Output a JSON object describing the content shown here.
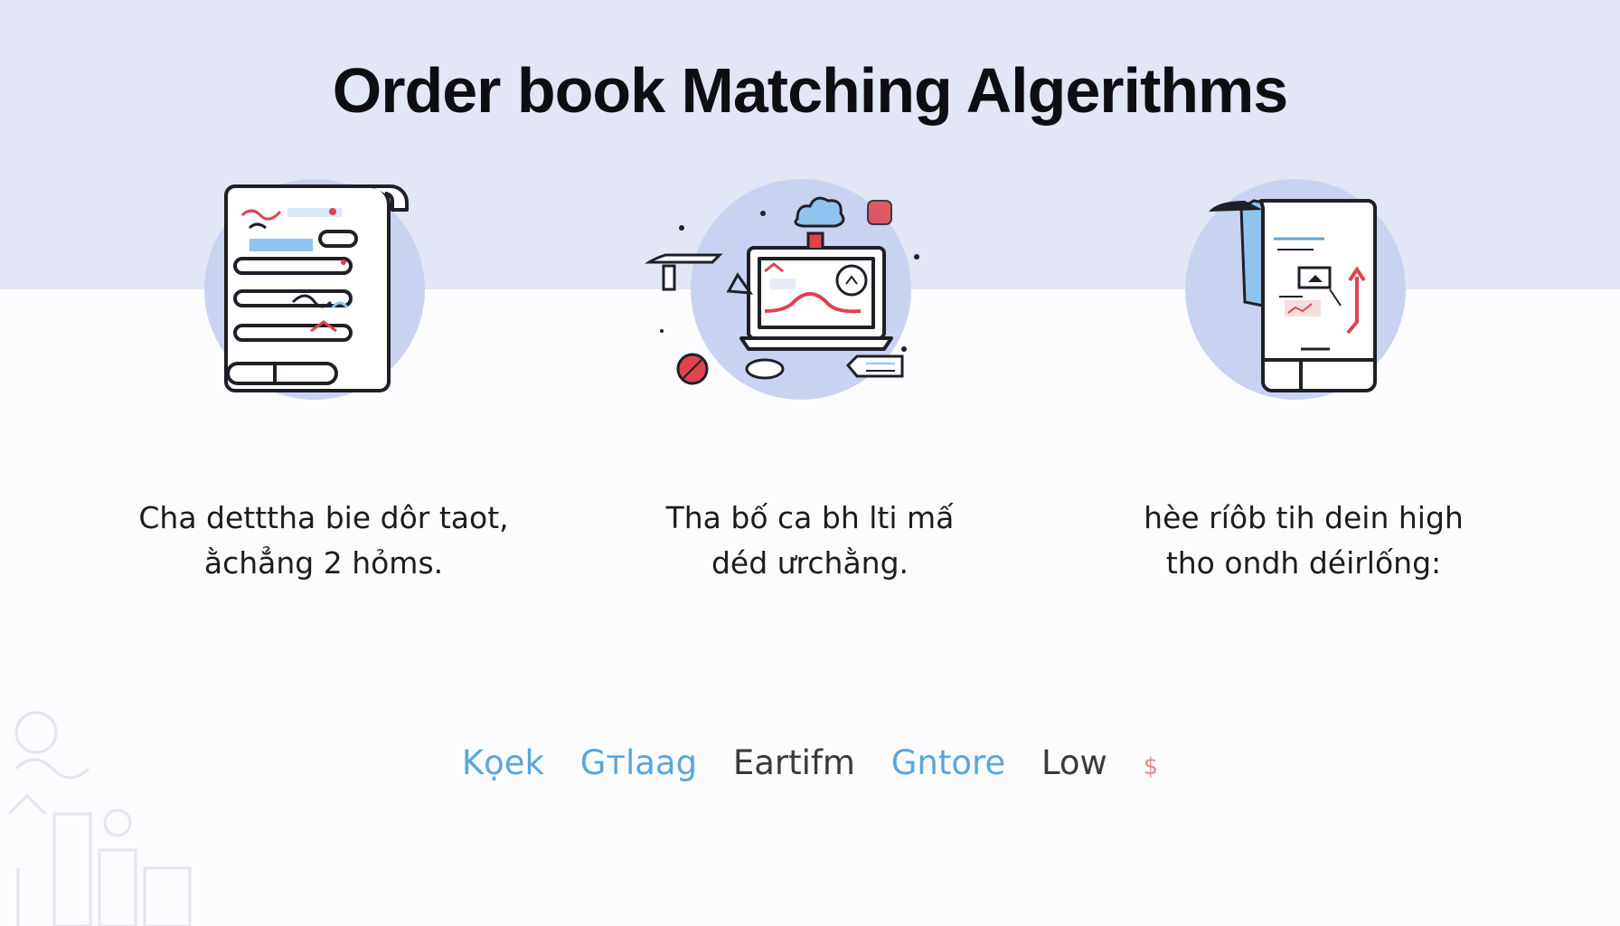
{
  "title": "Order book Matching Algerithms",
  "cards": [
    {
      "icon": "order-list-document-icon",
      "lines": [
        "Cha detttha bie dôr taot,",
        "ằchẳng 2 hỏms."
      ]
    },
    {
      "icon": "trading-monitor-icon",
      "lines": [
        "Tha bố ca bh lti mấ",
        "déd ưrchằng."
      ]
    },
    {
      "icon": "price-chart-phone-icon",
      "lines": [
        "hèe ríôb tih dein high",
        "tho ondh déirlống:"
      ]
    }
  ],
  "footer_words": [
    {
      "text": "Kọek",
      "color": "#5aa6dc"
    },
    {
      "text": "Gтlaag",
      "color": "#5aa6dc"
    },
    {
      "text": "Eartifm",
      "color": "#3a3a3a"
    },
    {
      "text": "Gntore",
      "color": "#5aa6dc"
    },
    {
      "text": "Low",
      "color": "#3a3a3a"
    },
    {
      "text": "$",
      "color": "#e58a8a"
    }
  ],
  "colors": {
    "band": "#e2e6f5",
    "circle": "#c9d3f1",
    "accent_red": "#e0424e",
    "accent_blue": "#8ec4ef",
    "line": "#1f1f28"
  }
}
